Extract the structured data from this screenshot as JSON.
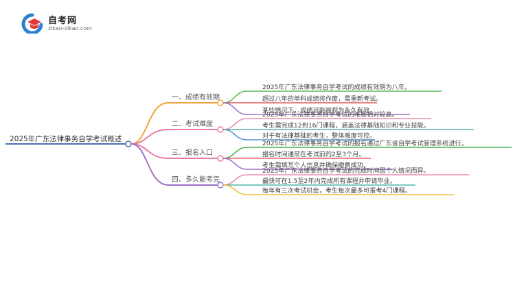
{
  "logo": {
    "title": "自考网",
    "subtitle": "zikao-zikao.com",
    "icon": "graduation-cap-icon",
    "colors": {
      "blue": "#2f7fd1",
      "red": "#e23b3b"
    }
  },
  "root": {
    "label": "2025年广东法律事务自学考试概述",
    "color": "#4a6fb5"
  },
  "branches": [
    {
      "label": "一、成绩有效期",
      "color": "#f0a43a",
      "leaves": [
        {
          "text": "2025年广东法律事务自学考试的成绩有效期为八年。",
          "color": "#5cb85c"
        },
        {
          "text": "超过八年的单科成绩将作废，需重新考试。",
          "color": "#e05a5a"
        },
        {
          "text": "某些情况下，成绩可能被视为永久有效。",
          "color": "#a070c8"
        }
      ]
    },
    {
      "label": "二、考试难度",
      "color": "#e879a8",
      "leaves": [
        {
          "text": "2025年广东法律事务自学考试的难度相对较高。",
          "color": "#f08ab0"
        },
        {
          "text": "考生需完成12到16门课程，涵盖法律基础知识和专业技能。",
          "color": "#4db6ac"
        },
        {
          "text": "对于有法律基础的考生，整体难度可控。",
          "color": "#5a8fd0"
        }
      ]
    },
    {
      "label": "三、报名入口",
      "color": "#e879a8",
      "leaves": [
        {
          "text": "2025年广东法律事务自学考试的报名通过广东省自学考试管理系统进行。",
          "color": "#4caf50"
        },
        {
          "text": "报名时间通常在考试前的2至3个月。",
          "color": "#e86060"
        },
        {
          "text": "考生需填写个人信息并确保缴费成功。",
          "color": "#a070c8"
        }
      ]
    },
    {
      "label": "四、多久能考完",
      "color": "#a070c8",
      "leaves": [
        {
          "text": "2025年广东法律事务自学考试的完成时间因个人情况而异。",
          "color": "#f08ab0"
        },
        {
          "text": "最快可在1.5至2年内完成所有课程并申请毕业。",
          "color": "#4db6ac"
        },
        {
          "text": "每年有三次考试机会，考生每次最多可报考4门课程。",
          "color": "#f0c040"
        }
      ]
    }
  ]
}
